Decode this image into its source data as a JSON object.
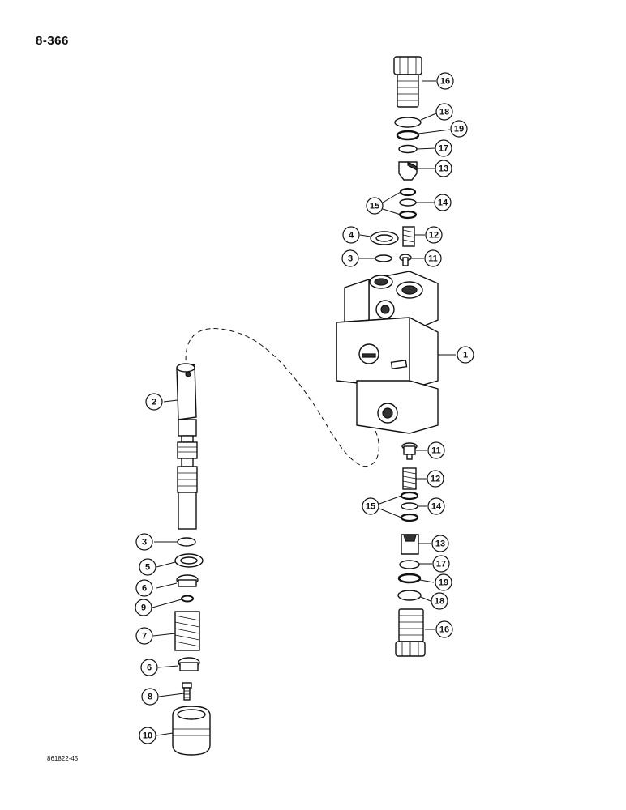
{
  "page_number": "8-366",
  "figure_code": "861822-45",
  "callouts": [
    {
      "label": "16"
    },
    {
      "label": "18"
    },
    {
      "label": "19"
    },
    {
      "label": "17"
    },
    {
      "label": "13"
    },
    {
      "label": "15"
    },
    {
      "label": "14"
    },
    {
      "label": "4"
    },
    {
      "label": "12"
    },
    {
      "label": "3"
    },
    {
      "label": "11"
    },
    {
      "label": "1"
    },
    {
      "label": "2"
    },
    {
      "label": "11"
    },
    {
      "label": "12"
    },
    {
      "label": "15"
    },
    {
      "label": "14"
    },
    {
      "label": "3"
    },
    {
      "label": "13"
    },
    {
      "label": "5"
    },
    {
      "label": "17"
    },
    {
      "label": "6"
    },
    {
      "label": "19"
    },
    {
      "label": "9"
    },
    {
      "label": "18"
    },
    {
      "label": "7"
    },
    {
      "label": "16"
    },
    {
      "label": "6"
    },
    {
      "label": "8"
    },
    {
      "label": "10"
    }
  ]
}
